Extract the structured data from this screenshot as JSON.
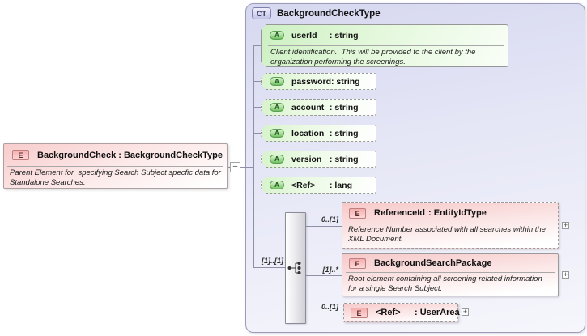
{
  "colors": {
    "container_lavender": "#d6d8f0",
    "attribute_green": "#8bd27c",
    "element_pink": "#f7c9c9",
    "line_gray": "#8f8fa8"
  },
  "root_element": {
    "icon": "E",
    "title": "BackgroundCheck : BackgroundCheckType",
    "doc": "Parent Element for  specifying Search Subject specfic data for Standalone Searches.",
    "collapse_icon": "−"
  },
  "complex_type": {
    "icon": "CT",
    "title": "BackgroundCheckType",
    "attributes": [
      {
        "icon": "A",
        "name": "userId",
        "type": ": string",
        "doc": "Client identification.  This will be provided to the client by the organization performing the screenings."
      },
      {
        "icon": "A",
        "name": "password",
        "type": ": string"
      },
      {
        "icon": "A",
        "name": "account",
        "type": ": string"
      },
      {
        "icon": "A",
        "name": "location",
        "type": ": string"
      },
      {
        "icon": "A",
        "name": "version",
        "type": ": string"
      },
      {
        "icon": "A",
        "name": "<Ref>",
        "type": ": lang"
      }
    ],
    "sequence": {
      "cardinality": "[1]..[1]"
    },
    "elements": [
      {
        "icon": "E",
        "name": "ReferenceId",
        "type": ": EntityIdType",
        "cardinality": "0..[1]",
        "doc": "Reference Number associated with all searches within the XML Document.",
        "expand_icon": "+"
      },
      {
        "icon": "E",
        "name": "BackgroundSearchPackage",
        "type": "",
        "cardinality": "[1]..*",
        "doc": "Root element containing all screening related information for a single Search Subject.",
        "expand_icon": "+"
      },
      {
        "icon": "E",
        "name": "<Ref>",
        "type": ": UserArea",
        "cardinality": "0..[1]",
        "expand_icon": "+"
      }
    ]
  }
}
